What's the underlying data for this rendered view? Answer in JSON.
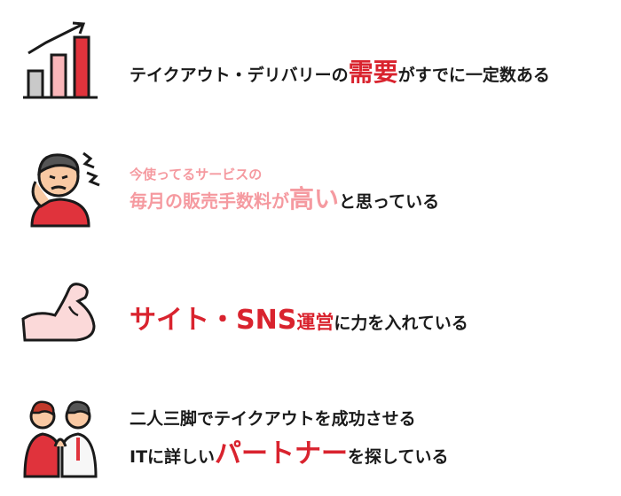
{
  "items": [
    {
      "icon": "growth-chart-icon",
      "lines": [
        {
          "pre": "テイクアウト・デリバリーの",
          "highlight": "需要",
          "post": "がすでに一定数ある"
        }
      ]
    },
    {
      "icon": "stressed-person-icon",
      "sub": "今使ってるサービスの",
      "lines": [
        {
          "pre": "毎月の販売手数料が",
          "highlight": "高い",
          "post": "と思っている"
        }
      ]
    },
    {
      "icon": "flexed-arm-icon",
      "lines": [
        {
          "highlight": "サイト・SNS",
          "mid": "運営",
          "post": "に力を入れている"
        }
      ]
    },
    {
      "icon": "two-people-icon",
      "lines": [
        {
          "plain": "二人三脚でテイクアウトを成功させる"
        },
        {
          "pre": "ITに詳しい",
          "highlight": "パートナー",
          "post": "を探している"
        }
      ]
    }
  ],
  "colors": {
    "accent": "#d9232e",
    "accent_light": "#f59aa0",
    "text": "#1a1a1a"
  }
}
